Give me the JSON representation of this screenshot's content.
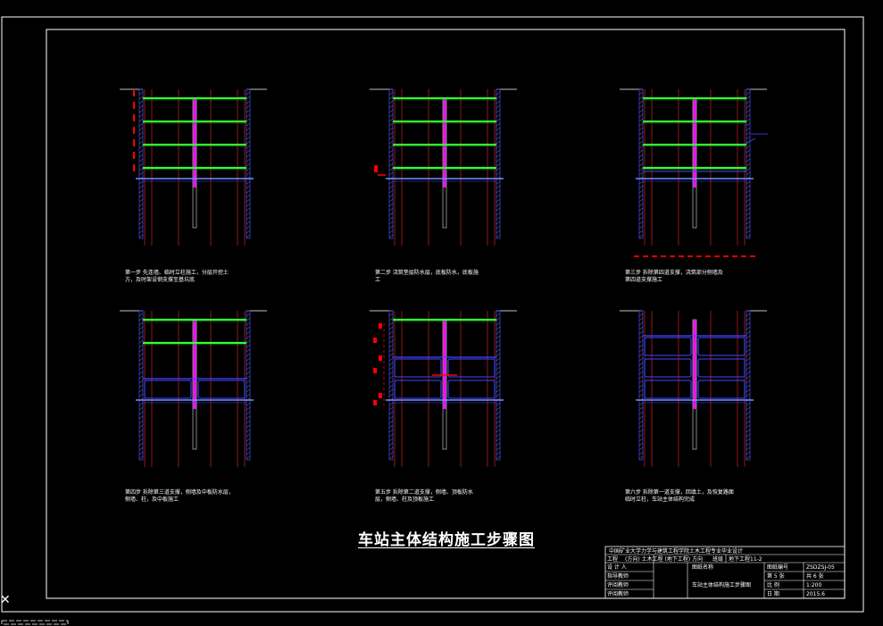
{
  "drawing_title": "车站主体结构施工步骤图",
  "steps": [
    {
      "caption": "第一步 先连墙、临时立柱施工，分层开挖土\n方，及时架设钢支撑至基坑底",
      "levels": 4,
      "bands": 0,
      "rooms": 0,
      "red_left": "tall",
      "bottom_red": false,
      "blue_mid": false,
      "right_tag": false
    },
    {
      "caption": "第二步 浇筑垫层防水层，底板防水，底板施\n工",
      "levels": 4,
      "bands": 0,
      "rooms": 0,
      "red_left": "small",
      "bottom_red": false,
      "blue_mid": false,
      "right_tag": false
    },
    {
      "caption": "第三步 拆除第四道支撑，浇筑部分侧墙及\n第四道支撑施工",
      "levels": 4,
      "bands": 0,
      "rooms": 0,
      "red_left": "none",
      "bottom_red": true,
      "blue_mid": true,
      "right_tag": true
    },
    {
      "caption": "第四步 拆除第三道支撑，侧墙及中板防水层，\n侧墙、柱，及中板施工",
      "levels": 2,
      "bands": 1,
      "rooms": 1,
      "red_left": "none",
      "bottom_red": false,
      "blue_mid": false,
      "right_tag": false
    },
    {
      "caption": "第五步 拆除第二道支撑，侧墙、顶板防水\n层，侧墙、柱及顶板施工",
      "levels": 1,
      "bands": 2,
      "rooms": 2,
      "red_left": "multi",
      "bottom_red": false,
      "blue_mid": false,
      "right_tag": false
    },
    {
      "caption": "第六步 拆除第一道支撑，回填土，及恢复路面\n临时立柱，车站主体结构完成",
      "levels": 0,
      "bands": 3,
      "rooms": 3,
      "red_left": "none",
      "bottom_red": false,
      "blue_mid": false,
      "right_tag": false
    }
  ],
  "title_block": {
    "school": "中国矿业大学力学与建筑工程学院土木工程专业毕业设计",
    "project_label": "工程",
    "project_value": "(方向)   土木工程  (地下工程) 方向",
    "class_label": "班级",
    "class_value": "地下工程11-2",
    "designer": "设  计  人",
    "drawing_name_label": "图纸名称",
    "drawing_name": "车站主体结构施工步骤图",
    "drawing_no_label": "图纸编号",
    "drawing_no": "ZSDZSJ-05",
    "instructor": "指导教师",
    "reviewer1": "评阅教师",
    "reviewer2": "评阅教师",
    "sheet_label": "第 5 张",
    "total_label": "共 6 张",
    "scale_label": "比    例",
    "scale": "1:200",
    "date_label": "日    期",
    "date": "2015.6"
  },
  "colors": {
    "background": "#000000",
    "frame": "#ffffff",
    "support": "#33ff33",
    "wall": "#4444ff",
    "hatch": "#aaaaaa",
    "pile": "#cc2222",
    "column": "#ff00ff",
    "marker": "#ff0000"
  }
}
